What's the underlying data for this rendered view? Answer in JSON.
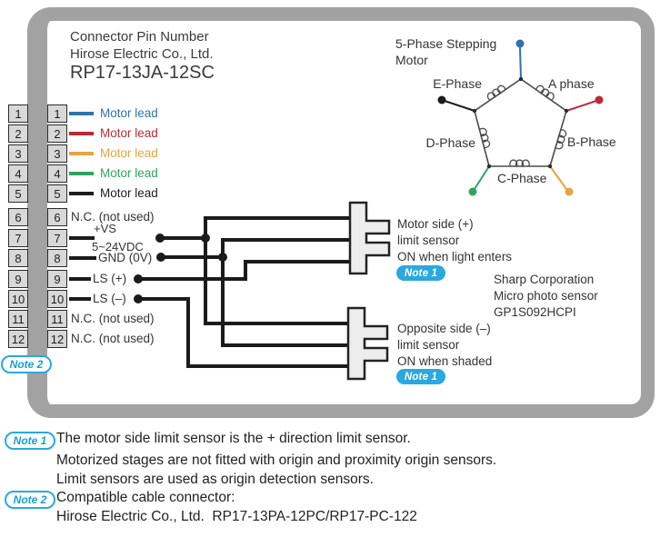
{
  "header": {
    "line1": "Connector Pin Number",
    "line2": "Hirose Electric Co., Ltd.",
    "line3": "RP17-13JA-12SC"
  },
  "motor": {
    "title_line1": "5-Phase Stepping",
    "title_line2": "Motor",
    "phase_a": "A phase",
    "phase_b": "B-Phase",
    "phase_c": "C-Phase",
    "phase_d": "D-Phase",
    "phase_e": "E-Phase",
    "lead_colors": {
      "blue": "#2e73ad",
      "red": "#bb2a34",
      "orange": "#e7a440",
      "green": "#2fa45f",
      "black": "#1c1c1c"
    }
  },
  "pins": [
    {
      "num": "1",
      "label": "Motor lead",
      "color": "#2e73ad",
      "kind": "lead"
    },
    {
      "num": "2",
      "label": "Motor lead",
      "color": "#bb2a34",
      "kind": "lead"
    },
    {
      "num": "3",
      "label": "Motor lead",
      "color": "#e7a440",
      "kind": "lead"
    },
    {
      "num": "4",
      "label": "Motor lead",
      "color": "#2fa45f",
      "kind": "lead"
    },
    {
      "num": "5",
      "label": "Motor lead",
      "color": "#1c1c1c",
      "kind": "lead"
    },
    {
      "num": "6",
      "label": "N.C. (not used)",
      "kind": "nc"
    },
    {
      "num": "7",
      "label": "+VS",
      "label2": "5~24VDC",
      "kind": "vs"
    },
    {
      "num": "8",
      "label": "GND (0V)",
      "kind": "gnd"
    },
    {
      "num": "9",
      "label": "LS (+)",
      "kind": "ls"
    },
    {
      "num": "10",
      "label": "LS (–)",
      "kind": "ls"
    },
    {
      "num": "11",
      "label": "N.C. (not used)",
      "kind": "nc"
    },
    {
      "num": "12",
      "label": "N.C. (not used)",
      "kind": "nc"
    }
  ],
  "sensors": {
    "upper": {
      "line1": "Motor side (+)",
      "line2": "limit sensor",
      "line3": "ON when light enters"
    },
    "lower": {
      "line1": "Opposite side (–)",
      "line2": "limit sensor",
      "line3": "ON when shaded"
    },
    "maker": [
      "Sharp Corporation",
      "Micro photo sensor",
      "GP1S092HCPI"
    ]
  },
  "badges": {
    "note1": "Note 1",
    "note2": "Note 2"
  },
  "notes": {
    "note1_lines": [
      "The motor side limit sensor is the + direction limit sensor.",
      "Motorized stages are not fitted with origin and proximity origin sensors.",
      "Limit sensors are used as origin detection sensors."
    ],
    "note2_lines": [
      "Compatible cable connector:",
      "Hirose Electric Co., Ltd.  RP17-13PA-12PC/RP17-PC-122"
    ]
  },
  "colors": {
    "accent_cyan": "#29a9df",
    "frame_gray": "#a2a2a2",
    "wire_black": "#1b1b1b",
    "sensor_fill": "#ededed"
  }
}
